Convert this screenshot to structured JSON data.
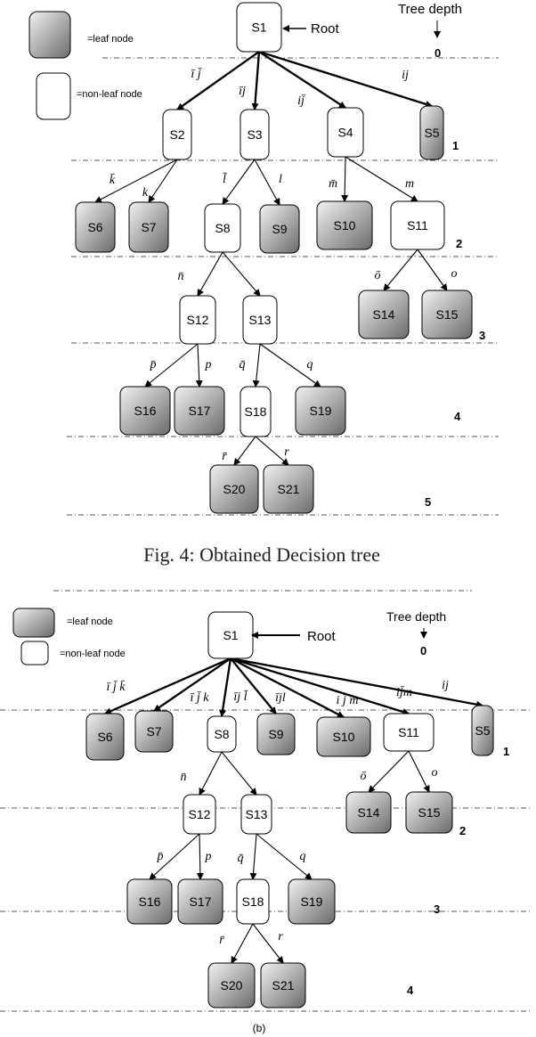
{
  "figure_a": {
    "legend": {
      "leaf": "=leaf node",
      "nonleaf": "=non-leaf node"
    },
    "tree_depth_label": "Tree depth",
    "root_label": "Root",
    "depths": [
      "0",
      "1",
      "2",
      "3",
      "4",
      "5"
    ],
    "caption": "Fig. 4: Obtained Decision tree",
    "nodes": [
      {
        "id": "S1",
        "leaf": false
      },
      {
        "id": "S2",
        "leaf": false
      },
      {
        "id": "S3",
        "leaf": false
      },
      {
        "id": "S4",
        "leaf": false
      },
      {
        "id": "S5",
        "leaf": true
      },
      {
        "id": "S6",
        "leaf": true
      },
      {
        "id": "S7",
        "leaf": true
      },
      {
        "id": "S8",
        "leaf": false
      },
      {
        "id": "S9",
        "leaf": true
      },
      {
        "id": "S10",
        "leaf": true
      },
      {
        "id": "S11",
        "leaf": false
      },
      {
        "id": "S12",
        "leaf": false
      },
      {
        "id": "S13",
        "leaf": false
      },
      {
        "id": "S14",
        "leaf": true
      },
      {
        "id": "S15",
        "leaf": true
      },
      {
        "id": "S16",
        "leaf": true
      },
      {
        "id": "S17",
        "leaf": true
      },
      {
        "id": "S18",
        "leaf": false
      },
      {
        "id": "S19",
        "leaf": true
      },
      {
        "id": "S20",
        "leaf": true
      },
      {
        "id": "S21",
        "leaf": true
      }
    ],
    "edges": [
      {
        "from": "S1",
        "to": "S2",
        "label": "ī j̄"
      },
      {
        "from": "S1",
        "to": "S3",
        "label": "īj"
      },
      {
        "from": "S1",
        "to": "S4",
        "label": "ij̄"
      },
      {
        "from": "S1",
        "to": "S5",
        "label": "ij"
      },
      {
        "from": "S2",
        "to": "S6",
        "label": "k̄"
      },
      {
        "from": "S2",
        "to": "S7",
        "label": "k"
      },
      {
        "from": "S3",
        "to": "S8",
        "label": "l̄"
      },
      {
        "from": "S3",
        "to": "S9",
        "label": "l"
      },
      {
        "from": "S4",
        "to": "S10",
        "label": "m̄"
      },
      {
        "from": "S4",
        "to": "S11",
        "label": "m"
      },
      {
        "from": "S8",
        "to": "S12",
        "label": "n̄"
      },
      {
        "from": "S8",
        "to": "S13",
        "label": ""
      },
      {
        "from": "S11",
        "to": "S14",
        "label": "ō"
      },
      {
        "from": "S11",
        "to": "S15",
        "label": "o"
      },
      {
        "from": "S12",
        "to": "S16",
        "label": "p̄"
      },
      {
        "from": "S12",
        "to": "S17",
        "label": "p"
      },
      {
        "from": "S13",
        "to": "S18",
        "label": "q̄"
      },
      {
        "from": "S13",
        "to": "S19",
        "label": "q"
      },
      {
        "from": "S18",
        "to": "S20",
        "label": "r̄"
      },
      {
        "from": "S18",
        "to": "S21",
        "label": "r"
      }
    ]
  },
  "figure_b": {
    "legend": {
      "leaf": "=leaf node",
      "nonleaf": "=non-leaf node"
    },
    "tree_depth_label": "Tree depth",
    "root_label": "Root",
    "depths": [
      "0",
      "1",
      "2",
      "3",
      "4"
    ],
    "caption": "(b)",
    "nodes": [
      {
        "id": "S1",
        "leaf": false
      },
      {
        "id": "S6",
        "leaf": true
      },
      {
        "id": "S7",
        "leaf": true
      },
      {
        "id": "S8",
        "leaf": false
      },
      {
        "id": "S9",
        "leaf": true
      },
      {
        "id": "S10",
        "leaf": true
      },
      {
        "id": "S11",
        "leaf": false
      },
      {
        "id": "S5",
        "leaf": true
      },
      {
        "id": "S12",
        "leaf": false
      },
      {
        "id": "S13",
        "leaf": false
      },
      {
        "id": "S14",
        "leaf": true
      },
      {
        "id": "S15",
        "leaf": true
      },
      {
        "id": "S16",
        "leaf": true
      },
      {
        "id": "S17",
        "leaf": true
      },
      {
        "id": "S18",
        "leaf": false
      },
      {
        "id": "S19",
        "leaf": true
      },
      {
        "id": "S20",
        "leaf": true
      },
      {
        "id": "S21",
        "leaf": true
      }
    ],
    "edges": [
      {
        "from": "S1",
        "to": "S6",
        "label": "ī j̄ k̄"
      },
      {
        "from": "S1",
        "to": "S7",
        "label": "ī j̄ k"
      },
      {
        "from": "S1",
        "to": "S8",
        "label": "īj l̄"
      },
      {
        "from": "S1",
        "to": "S9",
        "label": "ījl"
      },
      {
        "from": "S1",
        "to": "S10",
        "label": "i j̄ m̄"
      },
      {
        "from": "S1",
        "to": "S11",
        "label": "ij̄m"
      },
      {
        "from": "S1",
        "to": "S5",
        "label": "ij"
      },
      {
        "from": "S8",
        "to": "S12",
        "label": "n̄"
      },
      {
        "from": "S8",
        "to": "S13",
        "label": ""
      },
      {
        "from": "S11",
        "to": "S14",
        "label": "ō"
      },
      {
        "from": "S11",
        "to": "S15",
        "label": "o"
      },
      {
        "from": "S12",
        "to": "S16",
        "label": "p̄"
      },
      {
        "from": "S12",
        "to": "S17",
        "label": "p"
      },
      {
        "from": "S13",
        "to": "S18",
        "label": "q̄"
      },
      {
        "from": "S13",
        "to": "S19",
        "label": "q"
      },
      {
        "from": "S18",
        "to": "S20",
        "label": "r̄"
      },
      {
        "from": "S18",
        "to": "S21",
        "label": "r"
      }
    ]
  }
}
